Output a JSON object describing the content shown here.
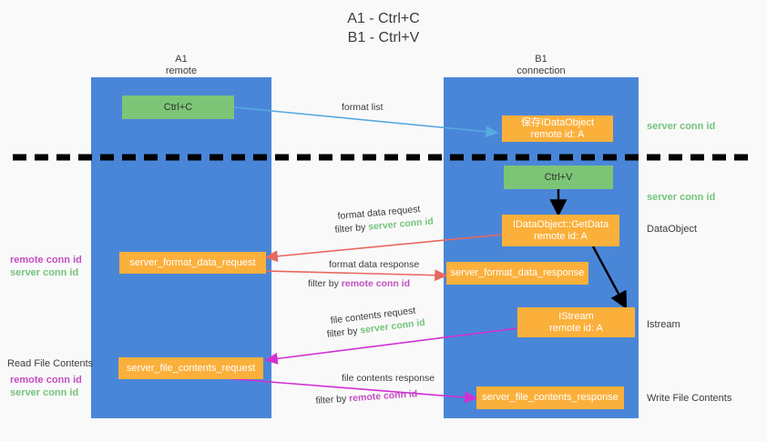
{
  "title": "A1 - Ctrl+C\nB1 - Ctrl+V",
  "colors": {
    "background": "#f9f9f9",
    "lane": "#4a86d8",
    "node_green": "#7cc576",
    "node_orange": "#fbb03b",
    "server_conn_id": "#74c47a",
    "remote_conn_id": "#c24fc2",
    "arrow_blue": "#57a9e0",
    "arrow_red": "#e8685e",
    "arrow_magenta": "#d32fd3",
    "arrow_black": "#000000",
    "divider": "#000000",
    "text": "#3c3c3c"
  },
  "columns": [
    {
      "name": "A1",
      "sub": "remote",
      "header": "A1\nremote"
    },
    {
      "name": "B1",
      "sub": "connection",
      "header": "B1\nconnection"
    }
  ],
  "nodes": {
    "ctrl_c": {
      "label": "Ctrl+C",
      "kind": "green",
      "column": "A1"
    },
    "save_idataobject": {
      "label": "保存IDataObject\nremote id: A",
      "kind": "orange",
      "column": "B1"
    },
    "ctrl_v": {
      "label": "Ctrl+V",
      "kind": "green",
      "column": "B1"
    },
    "getdata": {
      "label": "IDataObject::GetData\nremote id: A",
      "kind": "orange",
      "column": "B1"
    },
    "server_format_data_request": {
      "label": "server_format_data_request",
      "kind": "orange",
      "column": "A1"
    },
    "server_format_data_response": {
      "label": "server_format_data_response",
      "kind": "orange",
      "column": "B1"
    },
    "istream": {
      "label": "IStream\nremote id: A",
      "kind": "orange",
      "column": "B1"
    },
    "server_file_contents_request": {
      "label": "server_file_contents_request",
      "kind": "orange",
      "column": "A1"
    },
    "server_file_contents_response": {
      "label": "server_file_contents_response",
      "kind": "orange",
      "column": "B1"
    }
  },
  "edge_labels": {
    "format_list": "format list",
    "format_data_request": "format data request",
    "format_data_request_filter_prefix": "filter by ",
    "format_data_request_filter_value": "server conn id",
    "format_data_response": "format data response",
    "format_data_response_filter_prefix": "filter by ",
    "format_data_response_filter_value": "remote conn id",
    "file_contents_request": "file contents request",
    "file_contents_request_filter_prefix": "filter by ",
    "file_contents_request_filter_value": "server conn id",
    "file_contents_response": "file contents response",
    "file_contents_response_filter_prefix": "filter by ",
    "file_contents_response_filter_value": "remote conn id"
  },
  "right_annotations": {
    "server_conn_id_top": "server conn id",
    "server_conn_id_mid": "server conn id",
    "data_object": "DataObject",
    "istream": "Istream",
    "write_file_contents": "Write File Contents"
  },
  "left_annotations": {
    "format_remote": "remote conn id",
    "format_server": "server conn id",
    "read_file_contents": "Read File Contents",
    "file_remote": "remote conn id",
    "file_server": "server conn id"
  }
}
